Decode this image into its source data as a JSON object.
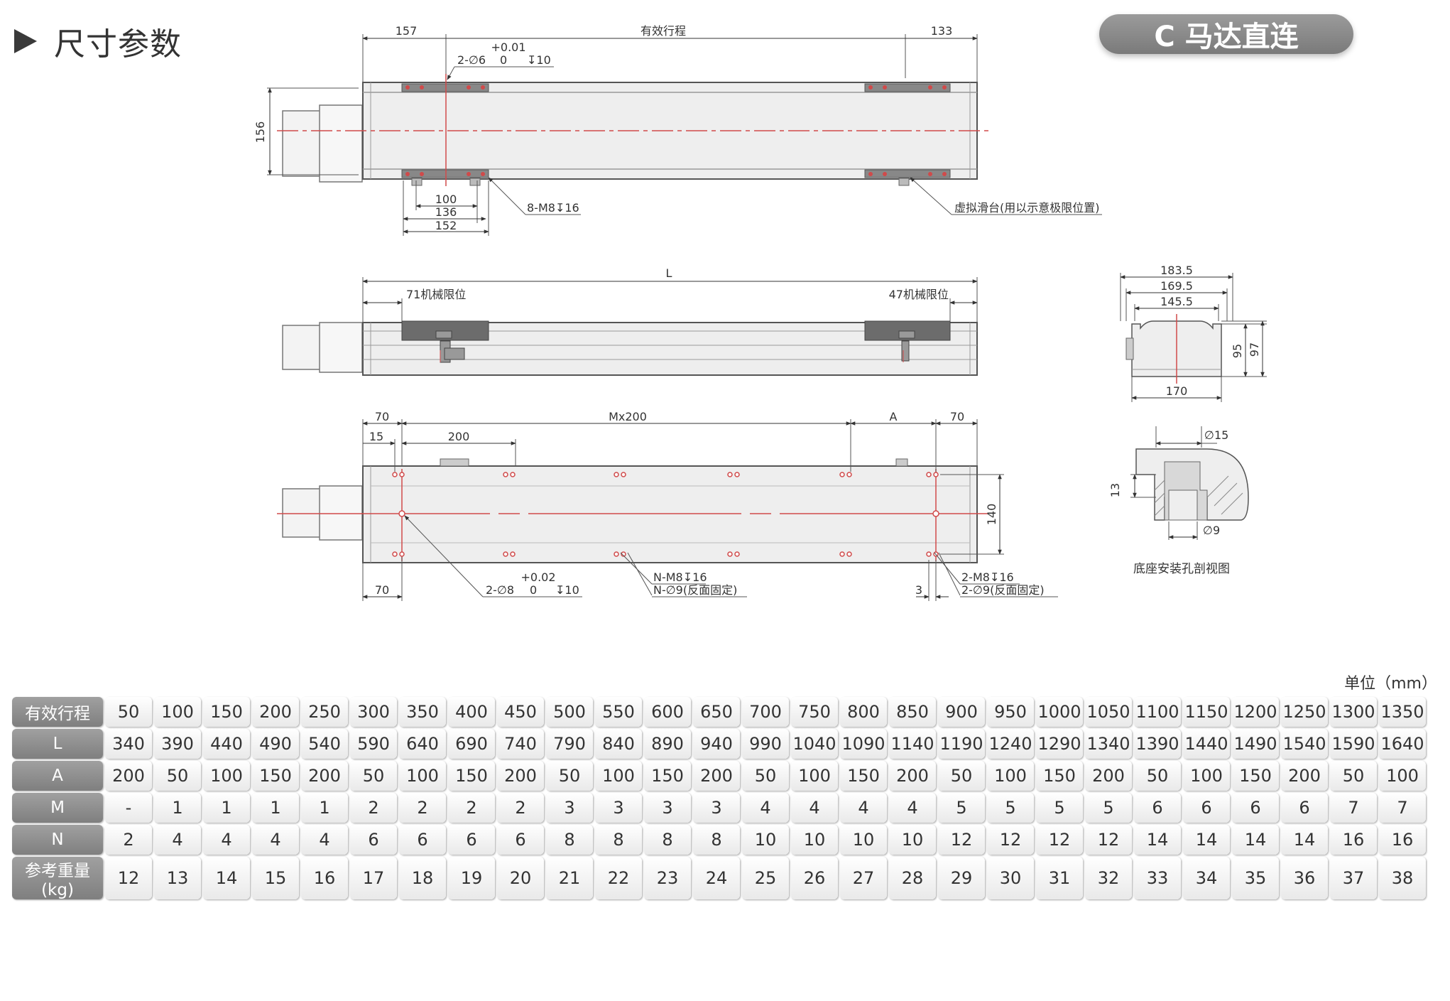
{
  "header": {
    "title": "尺寸参数",
    "badge": "C 马达直连"
  },
  "top_view": {
    "dim_left": "157",
    "dim_stroke": "有效行程",
    "dim_right": "133",
    "tol_top": "+0.01",
    "pin_hole": "2-∅6",
    "tol_zero": "0",
    "pin_depth": "↧10",
    "height_dim": "156",
    "dim_100": "100",
    "dim_136": "136",
    "dim_152": "152",
    "tap_spec": "8-M8↧16",
    "virtual_slider_note": "虚拟滑台(用以示意极限位置)"
  },
  "side_view": {
    "total_length": "L",
    "left_limit": "71机械限位",
    "right_limit": "47机械限位"
  },
  "bottom_view": {
    "dim_70_top_left": "70",
    "dim_m200": "Mx200",
    "dim_a": "A",
    "dim_70_top_right": "70",
    "dim_15": "15",
    "dim_200": "200",
    "dim_140": "140",
    "dim_70_bottom": "70",
    "tol_top": "+0.02",
    "pin_hole": "2-∅8",
    "tol_zero": "0",
    "pin_depth": "↧10",
    "n_tap": "N-M8↧16",
    "n_hole": "N-∅9(反面固定)",
    "dim_3": "3",
    "two_tap": "2-M8↧16",
    "two_hole": "2-∅9(反面固定)"
  },
  "section_view": {
    "w1": "183.5",
    "w2": "169.5",
    "w3": "145.5",
    "h1": "95",
    "h2": "97",
    "base": "170"
  },
  "hole_section": {
    "d15": "∅15",
    "d13": "13",
    "d9": "∅9",
    "caption": "底座安装孔剖视图"
  },
  "table": {
    "unit": "单位（mm）",
    "rows": [
      {
        "label": "有效行程",
        "values": [
          "50",
          "100",
          "150",
          "200",
          "250",
          "300",
          "350",
          "400",
          "450",
          "500",
          "550",
          "600",
          "650",
          "700",
          "750",
          "800",
          "850",
          "900",
          "950",
          "1000",
          "1050",
          "1100",
          "1150",
          "1200",
          "1250",
          "1300",
          "1350"
        ]
      },
      {
        "label": "L",
        "values": [
          "340",
          "390",
          "440",
          "490",
          "540",
          "590",
          "640",
          "690",
          "740",
          "790",
          "840",
          "890",
          "940",
          "990",
          "1040",
          "1090",
          "1140",
          "1190",
          "1240",
          "1290",
          "1340",
          "1390",
          "1440",
          "1490",
          "1540",
          "1590",
          "1640"
        ]
      },
      {
        "label": "A",
        "values": [
          "200",
          "50",
          "100",
          "150",
          "200",
          "50",
          "100",
          "150",
          "200",
          "50",
          "100",
          "150",
          "200",
          "50",
          "100",
          "150",
          "200",
          "50",
          "100",
          "150",
          "200",
          "50",
          "100",
          "150",
          "200",
          "50",
          "100"
        ]
      },
      {
        "label": "M",
        "values": [
          "-",
          "1",
          "1",
          "1",
          "1",
          "2",
          "2",
          "2",
          "2",
          "3",
          "3",
          "3",
          "3",
          "4",
          "4",
          "4",
          "4",
          "5",
          "5",
          "5",
          "5",
          "6",
          "6",
          "6",
          "6",
          "7",
          "7"
        ]
      },
      {
        "label": "N",
        "values": [
          "2",
          "4",
          "4",
          "4",
          "4",
          "6",
          "6",
          "6",
          "6",
          "8",
          "8",
          "8",
          "8",
          "10",
          "10",
          "10",
          "10",
          "12",
          "12",
          "12",
          "12",
          "14",
          "14",
          "14",
          "14",
          "16",
          "16"
        ]
      },
      {
        "label": "参考重量(kg)",
        "values": [
          "12",
          "13",
          "14",
          "15",
          "16",
          "17",
          "18",
          "19",
          "20",
          "21",
          "22",
          "23",
          "24",
          "25",
          "26",
          "27",
          "28",
          "29",
          "30",
          "31",
          "32",
          "33",
          "34",
          "35",
          "36",
          "37",
          "38"
        ]
      }
    ]
  }
}
